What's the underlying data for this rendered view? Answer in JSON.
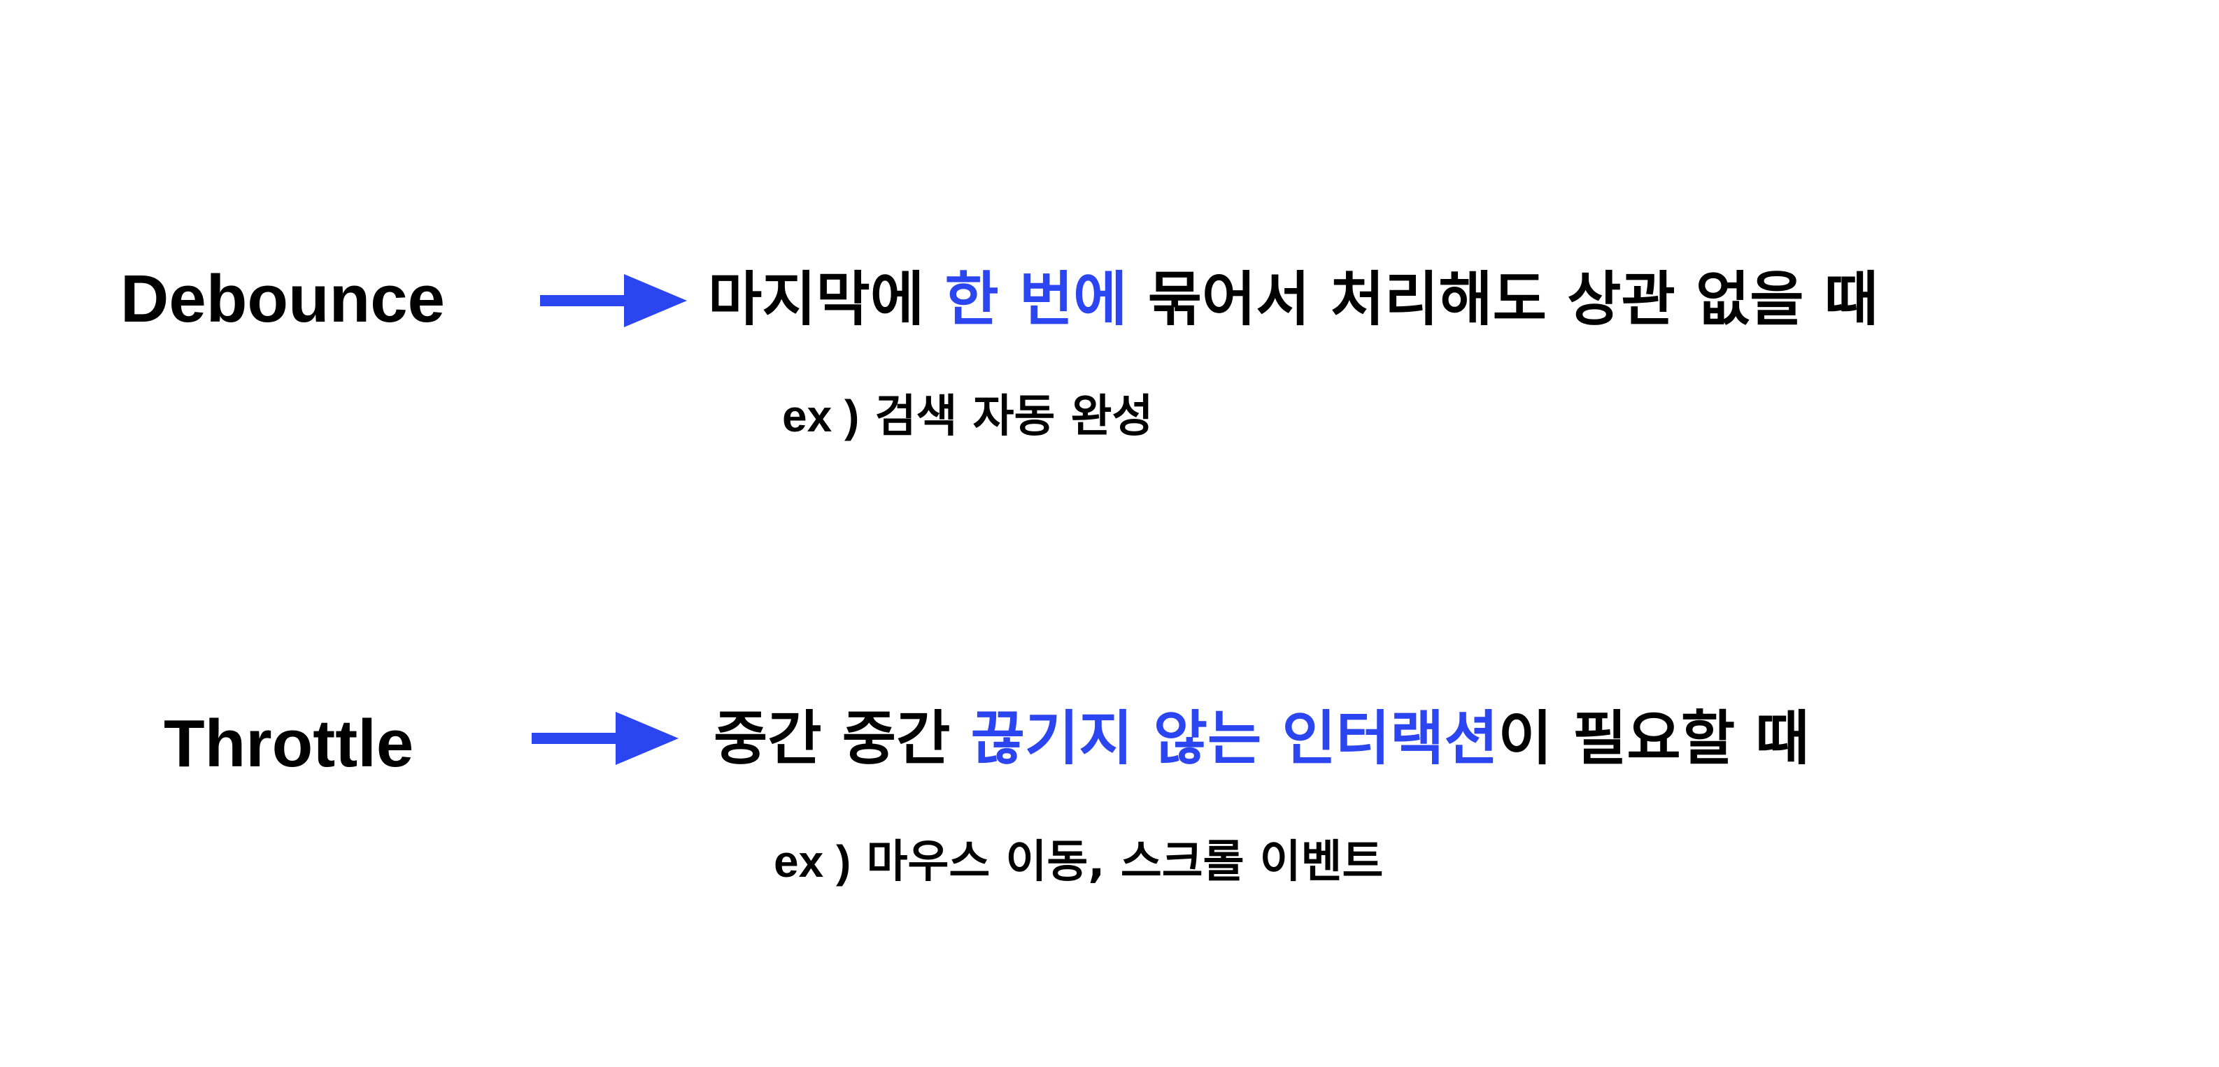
{
  "colors": {
    "text": "#000000",
    "accent": "#2b45f0",
    "background": "#ffffff"
  },
  "rows": [
    {
      "term": "Debounce",
      "arrow_icon": "right-arrow-icon",
      "desc_before": "마지막에 ",
      "desc_highlight": "한 번에",
      "desc_after": " 묶어서 처리해도 상관 없을 때",
      "example_prefix": "ex )",
      "example_text": " 검색 자동 완성"
    },
    {
      "term": "Throttle",
      "arrow_icon": "right-arrow-icon",
      "desc_before": "중간 중간 ",
      "desc_highlight": "끊기지 않는 인터랙션",
      "desc_after": "이 필요할 때",
      "example_prefix": "ex )",
      "example_text": " 마우스 이동, 스크롤 이벤트"
    }
  ]
}
